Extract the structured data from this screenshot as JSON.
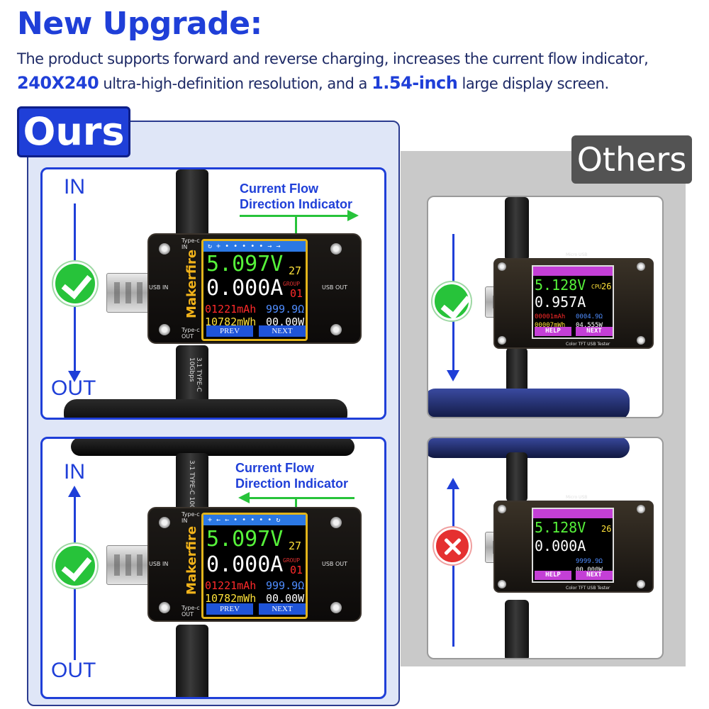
{
  "header": {
    "title": "New Upgrade:",
    "desc_part1": "The product supports forward and reverse charging, increases the current flow indicator,",
    "desc_bold1": "240X240",
    "desc_part2": " ultra-high-definition resolution, and a ",
    "desc_bold2": "1.54-inch",
    "desc_part3": " large display screen."
  },
  "tags": {
    "ours": "Ours",
    "others": "Others"
  },
  "labels": {
    "in": "IN",
    "out": "OUT",
    "cfl_line1": "Current Flow",
    "cfl_line2": "Direction Indicator"
  },
  "ours_device": {
    "brand": "Makerfire",
    "typec_in": "Type-c\nIN",
    "typec_out": "Type-c\nOUT",
    "usb_in": "USB IN",
    "usb_out": "USB OUT",
    "cable_label": "3.1 TYPE-C 10Gbps",
    "screen": {
      "voltage": "5.097V",
      "number": "27",
      "current": "0.000A",
      "group_label": "GROUP",
      "group_value": "01",
      "mah": "01221mAh",
      "ohm": "999.9Ω",
      "mwh": "10782mWh",
      "watt": "00.00W",
      "prev": "PREV",
      "next": "NEXT"
    }
  },
  "others_device_top": {
    "voltage": "5.128V",
    "cpu": "CPU",
    "cpu_value": "26",
    "current": "0.957A",
    "mah": "00001mAh",
    "ohm": "0004.9Ω",
    "mwh": "00007mWh",
    "watt": "04.555W",
    "help": "HELP",
    "next": "NEXT",
    "footer": "Color TFT USB Tester",
    "micro": "Micro USB"
  },
  "others_device_bot": {
    "voltage": "5.128V",
    "cpu_value": "26",
    "current": "0.000A",
    "ohm": "9999.9Ω",
    "watt": "00.000W",
    "help": "HELP",
    "next": "NEXT",
    "footer": "Color TFT USB Tester",
    "micro": "Micro USB"
  },
  "colors": {
    "accent_blue": "#1f3fd8",
    "check_green": "#27c33a",
    "cross_red": "#e53030",
    "screen_green": "#56f23a",
    "screen_white": "#ffffff",
    "screen_red": "#ff2a2a",
    "screen_yellow": "#ffe23a",
    "screen_blue": "#4f8dff"
  },
  "icons": [
    "check-icon",
    "cross-icon",
    "arrow-down-icon",
    "arrow-up-icon",
    "arrow-right-icon"
  ]
}
